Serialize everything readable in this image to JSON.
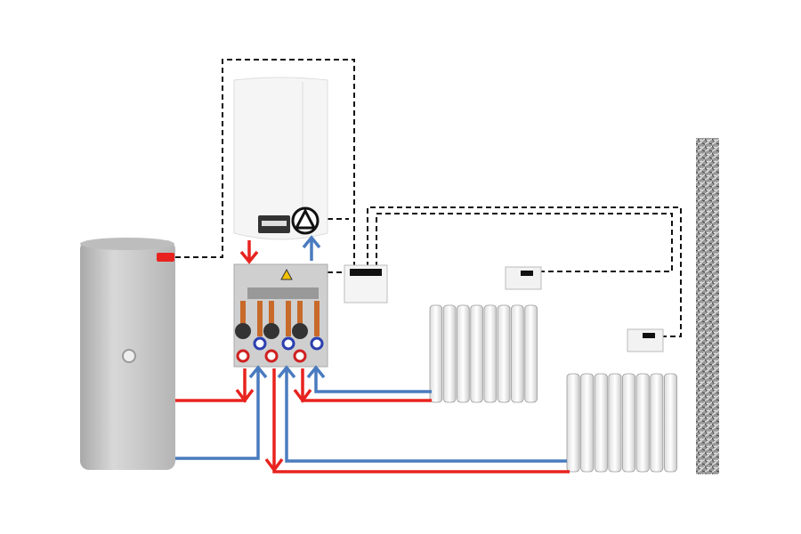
{
  "diagram": {
    "colors": {
      "supply_pipe": "#e8231f",
      "return_pipe": "#4a7bbf",
      "control_wire": "#111111",
      "tank": "#c8c8c8",
      "boiler": "#f4f4f4",
      "manifold": "#cfcfcf",
      "wall": "#8a8a8a"
    },
    "components": [
      {
        "name": "hot-water-tank",
        "icon": "cylinder-tank"
      },
      {
        "name": "wall-boiler",
        "icon": "boiler"
      },
      {
        "name": "pump-manifold",
        "icon": "hydraulic-manifold"
      },
      {
        "name": "controller",
        "icon": "control-unit"
      },
      {
        "name": "room-thermostat",
        "icon": "thermostat",
        "count": 2
      },
      {
        "name": "radiator",
        "icon": "radiator",
        "count": 2
      },
      {
        "name": "wall",
        "icon": "wall-section"
      }
    ]
  }
}
